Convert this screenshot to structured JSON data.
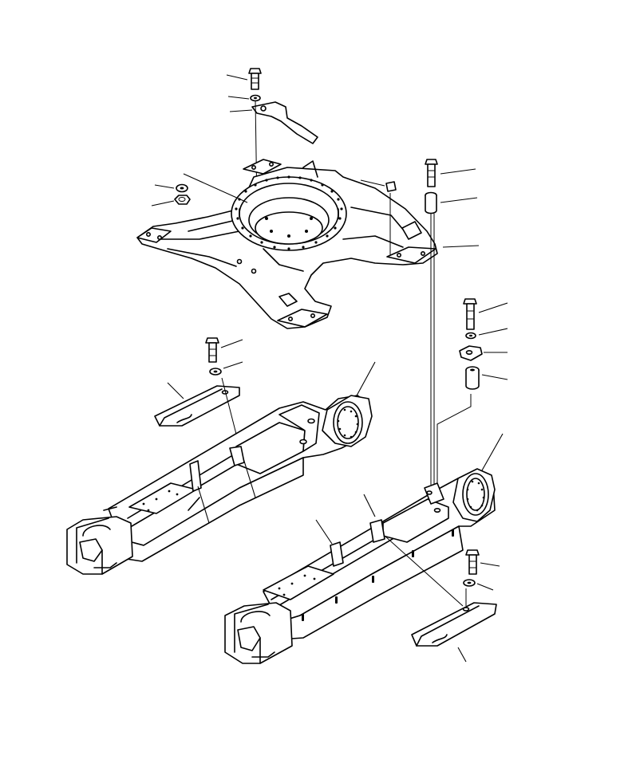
{
  "diagram": {
    "view": "exploded-isometric",
    "line_color": "#000000",
    "background": "#ffffff",
    "parts": [
      {
        "id": "upper-bolt",
        "icon": "hex-bolt-icon"
      },
      {
        "id": "upper-washer",
        "icon": "washer-icon"
      },
      {
        "id": "upper-bracket",
        "icon": "bracket-icon"
      },
      {
        "id": "center-frame",
        "icon": "track-frame-center-icon"
      },
      {
        "id": "left-nut",
        "icon": "hex-nut-icon"
      },
      {
        "id": "left-washer",
        "icon": "washer-icon"
      },
      {
        "id": "plug",
        "icon": "plug-icon"
      },
      {
        "id": "right-bolt",
        "icon": "hex-bolt-icon"
      },
      {
        "id": "right-spacer",
        "icon": "spacer-icon"
      },
      {
        "id": "mid-bolt",
        "icon": "hex-bolt-icon"
      },
      {
        "id": "mid-washer",
        "icon": "washer-icon"
      },
      {
        "id": "mid-plate",
        "icon": "plate-icon"
      },
      {
        "id": "mid-collar",
        "icon": "collar-icon"
      },
      {
        "id": "left-cover-bolt",
        "icon": "hex-bolt-icon"
      },
      {
        "id": "left-cover-washer",
        "icon": "washer-icon"
      },
      {
        "id": "left-cover",
        "icon": "cover-plate-icon"
      },
      {
        "id": "left-side-frame",
        "icon": "side-frame-icon"
      },
      {
        "id": "right-side-frame",
        "icon": "side-frame-icon"
      },
      {
        "id": "right-cover-bolt",
        "icon": "hex-bolt-icon"
      },
      {
        "id": "right-cover-washer",
        "icon": "washer-icon"
      },
      {
        "id": "right-cover",
        "icon": "cover-plate-icon"
      }
    ]
  }
}
